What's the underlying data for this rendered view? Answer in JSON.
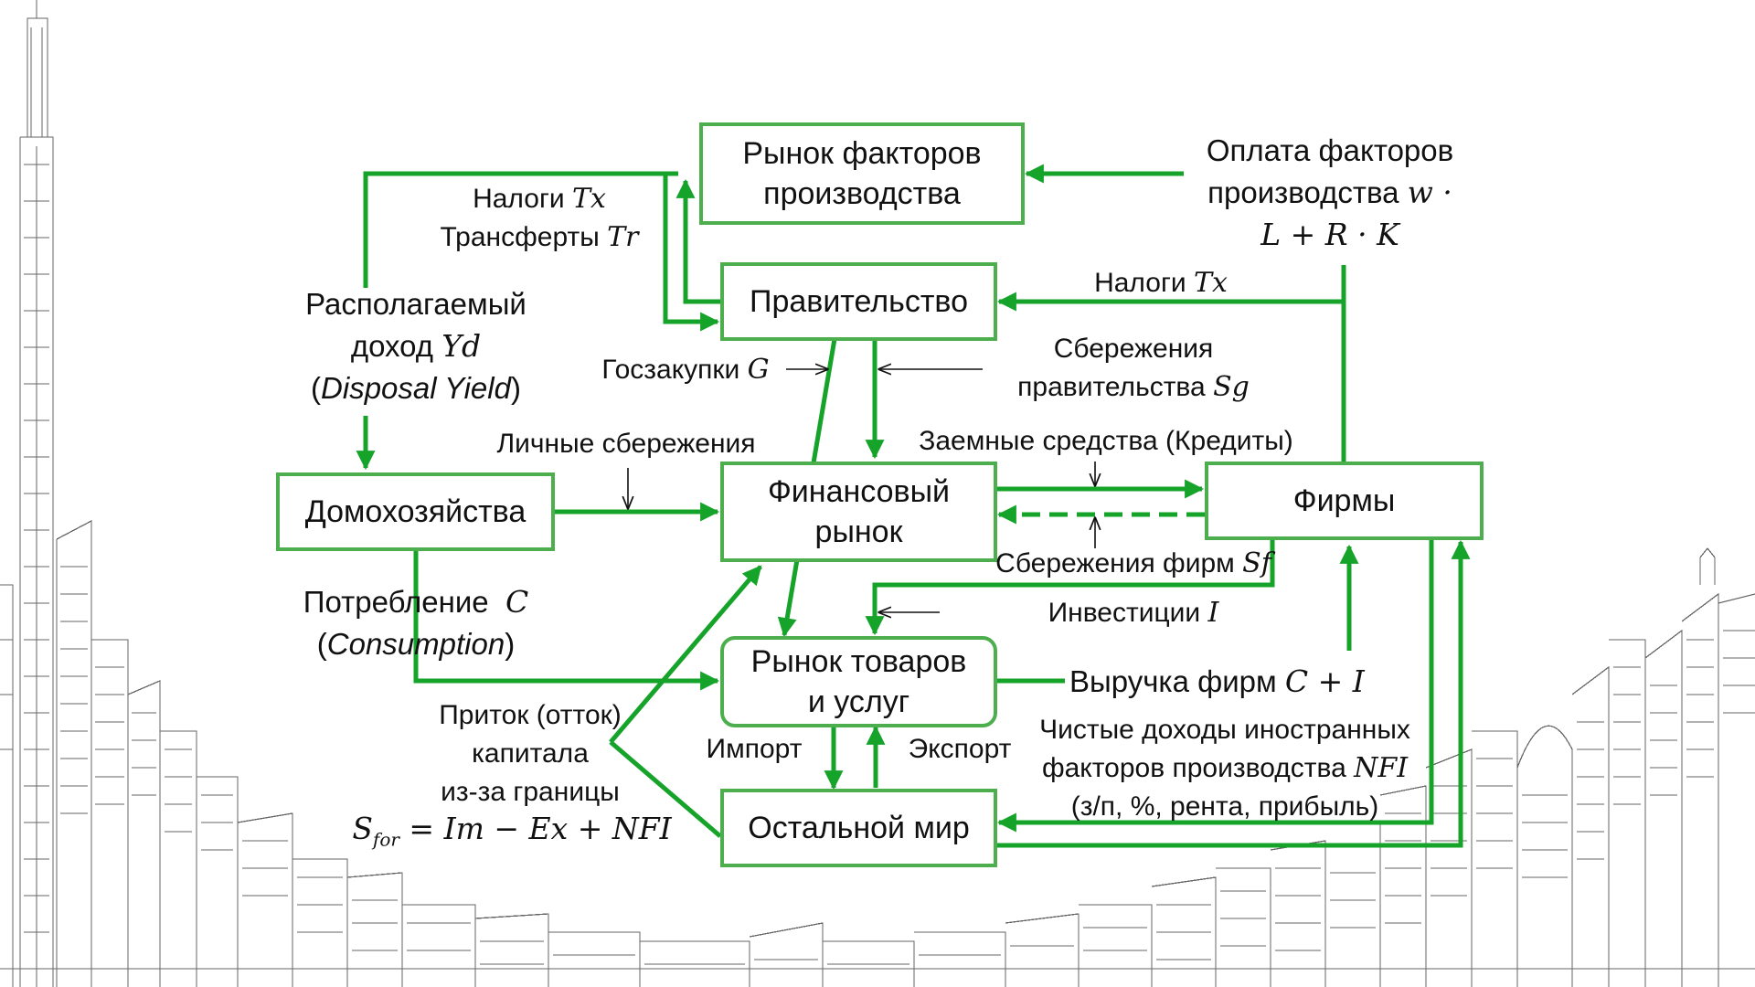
{
  "boxes": {
    "factor_market": "Рынок факторов\nпроизводства",
    "government": "Правительство",
    "households": "Домохозяйства",
    "financial_market": "Финансовый\nрынок",
    "firms": "Фирмы",
    "goods_market": "Рынок товаров\nи услуг",
    "rest_of_world": "Остальной мир"
  },
  "labels": {
    "taxes_left": {
      "text": "Налоги",
      "var": "Tx"
    },
    "transfers": {
      "text": "Трансферты",
      "var": "Tr"
    },
    "factor_payment": {
      "line1": "Оплата факторов",
      "line2": "производства",
      "var1": "w ·",
      "line3": "L + R · K"
    },
    "taxes_right": {
      "text": "Налоги",
      "var": "Tx"
    },
    "disposable_income": {
      "line1": "Располагаемый",
      "line2": "доход",
      "var": "Yd",
      "line3": "Disposal Yield"
    },
    "gov_purchases": {
      "text": "Госзакупки",
      "var": "G"
    },
    "gov_savings": {
      "line1": "Сбережения",
      "line2": "правительства",
      "var": "Sg"
    },
    "personal_savings": "Личные сбережения",
    "loans": "Заемные средства (Кредиты)",
    "firm_savings": {
      "text": "Сбережения фирм",
      "var": "Sf"
    },
    "investment": {
      "text": "Инвестиции",
      "var": "I"
    },
    "consumption": {
      "line1": "Потребление",
      "var": "C",
      "line2": "Consumption"
    },
    "revenue": {
      "text": "Выручка фирм",
      "var": "C + I"
    },
    "capital_flow": {
      "line1": "Приток (отток)",
      "line2": "капитала",
      "line3": "из-за границы",
      "formula": "S_for = Im − Ex + NFI",
      "sub": "for"
    },
    "import": "Импорт",
    "export": "Экспорт",
    "nfi": {
      "line1": "Чистые доходы иностранных",
      "line2": "факторов производства",
      "var": "NFI",
      "line3": "(з/п, %, рента, прибыль)"
    }
  },
  "colors": {
    "accent": "#4cae4c",
    "line": "#16a32a",
    "text": "#111111"
  }
}
